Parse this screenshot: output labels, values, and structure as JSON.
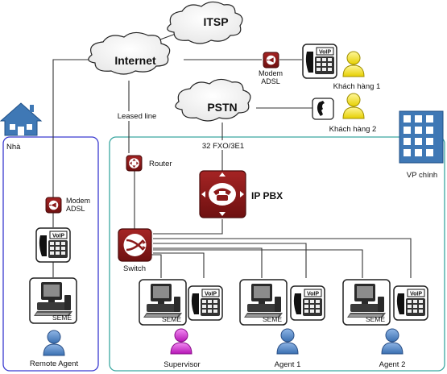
{
  "clouds": {
    "itsp": "ITSP",
    "internet": "Internet",
    "pstn": "PSTN"
  },
  "links": {
    "leased_line": "Leased line",
    "trunk": "32 FXO/3E1"
  },
  "sites": {
    "home": "Nhà",
    "office": "VP chính"
  },
  "devices": {
    "modem_top": "Modem\nADSL",
    "modem_home": "Modem\nADSL",
    "router": "Router",
    "ip_pbx": "IP PBX",
    "switch": "Switch",
    "voip_badge": "VoIP",
    "pc_label": "SEME"
  },
  "people": {
    "customer1": "Khách hàng 1",
    "customer2": "Khách hàng 2",
    "remote_agent": "Remote Agent",
    "supervisor": "Supervisor",
    "agent1": "Agent 1",
    "agent2": "Agent 2"
  },
  "colors": {
    "device_red": "#8b1a1a",
    "home_box": "#3a3ad0",
    "office_box": "#3aa7a0",
    "person_blue": "#4f86c6",
    "person_yellow": "#f2e21a",
    "person_magenta": "#d62bd6",
    "building_blue": "#3f78b5"
  }
}
